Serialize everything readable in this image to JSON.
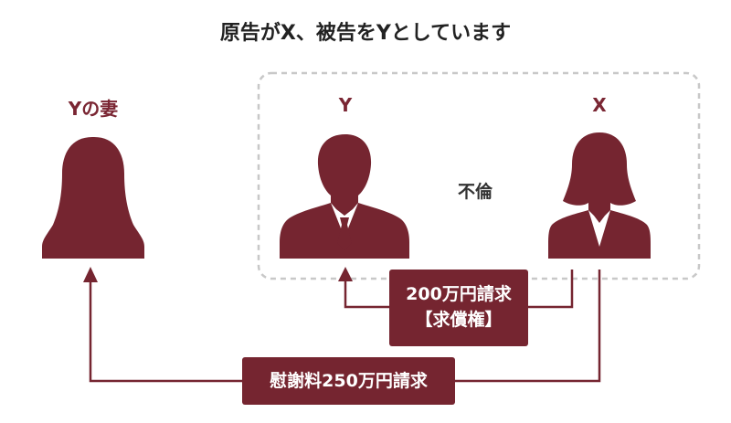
{
  "title": "原告がX、被告をYとしています",
  "persons": {
    "wife": {
      "label": "Yの妻",
      "icon": "woman-silhouette-icon"
    },
    "y": {
      "label": "Y",
      "icon": "man-suit-silhouette-icon"
    },
    "x": {
      "label": "X",
      "icon": "woman-suit-silhouette-icon"
    }
  },
  "relation": {
    "label": "不倫"
  },
  "claims": {
    "indemnity": {
      "line1": "200万円請求",
      "line2": "【求償権】"
    },
    "consolation": {
      "label": "慰謝料250万円請求"
    }
  },
  "colors": {
    "accent": "#752530",
    "text": "#222222",
    "dashed_border": "#c8c8c8"
  }
}
